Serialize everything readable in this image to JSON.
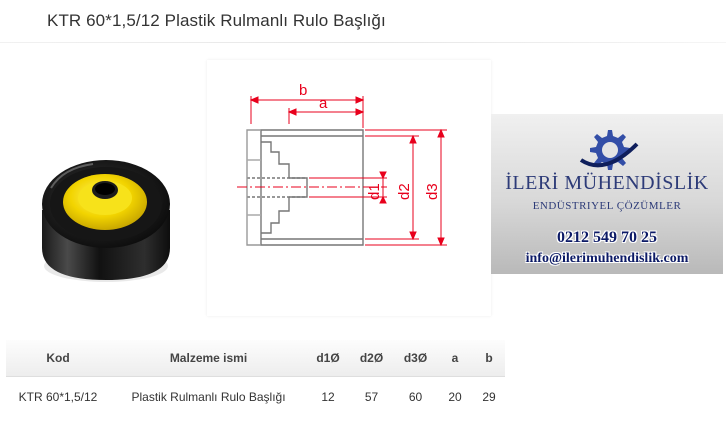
{
  "page": {
    "title": "KTR 60*1,5/12 Plastik Rulmanlı Rulo Başlığı"
  },
  "drawing": {
    "labels": {
      "b": "b",
      "a": "a",
      "d1": "d1",
      "d2": "d2",
      "d3": "d3"
    },
    "dimension_color": "#e8001c"
  },
  "brand": {
    "name": "İLERİ MÜHENDİSLİK",
    "subtitle": "ENDÜSTRIYEL ÇÖZÜMLER",
    "phone": "0212 549 70 25",
    "email": "info@ilerimuhendislik.com",
    "color": "#2d3b78"
  },
  "table": {
    "headers": [
      "Kod",
      "Malzeme ismi",
      "d1Ø",
      "d2Ø",
      "d3Ø",
      "a",
      "b"
    ],
    "rows": [
      [
        "KTR 60*1,5/12",
        "Plastik Rulmanlı Rulo Başlığı",
        "12",
        "57",
        "60",
        "20",
        "29"
      ]
    ]
  }
}
